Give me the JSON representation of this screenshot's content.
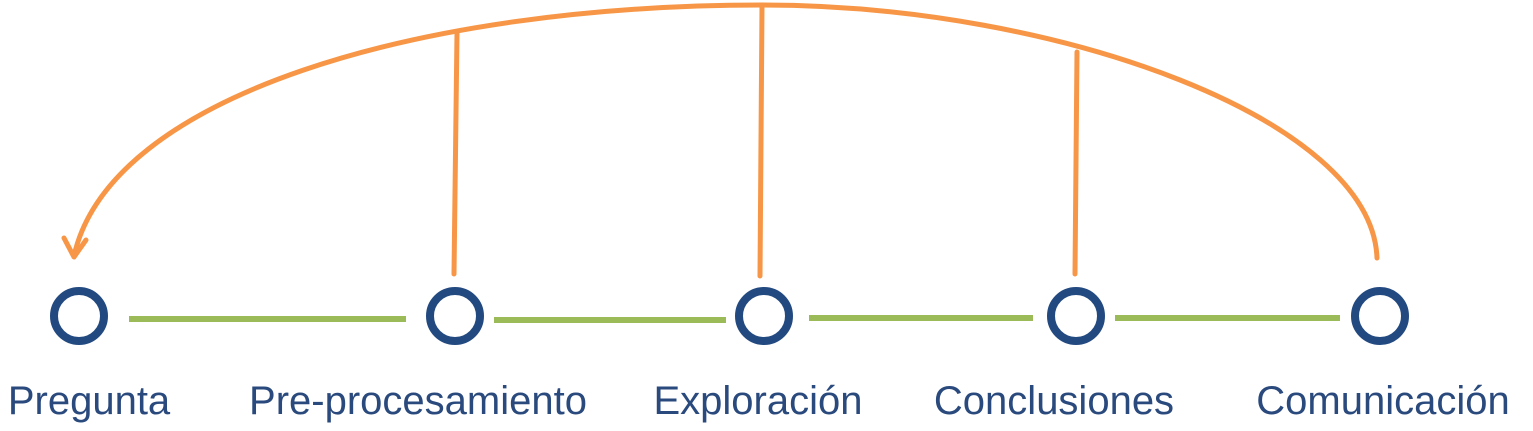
{
  "stages": [
    {
      "id": "pregunta",
      "label": "Pregunta"
    },
    {
      "id": "pre-procesamiento",
      "label": "Pre-procesamiento"
    },
    {
      "id": "exploracion",
      "label": "Exploración"
    },
    {
      "id": "conclusiones",
      "label": "Conclusiones"
    },
    {
      "id": "comunicacion",
      "label": "Comunicación"
    }
  ],
  "colors": {
    "node_stroke": "#234a80",
    "node_fill": "#ffffff",
    "connector": "#9bbb59",
    "feedback_arc": "#f79646",
    "label_text": "#2a4a7d"
  }
}
